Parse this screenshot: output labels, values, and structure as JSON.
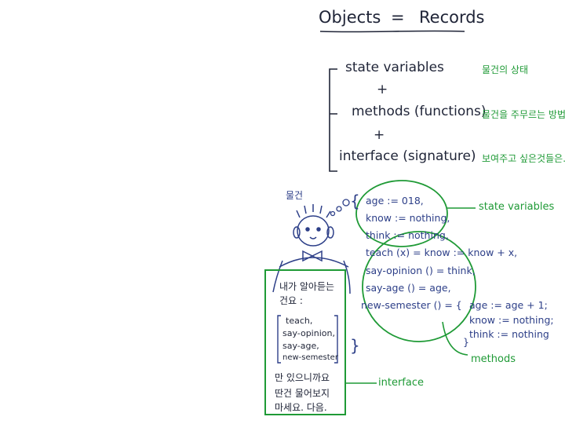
{
  "title": {
    "left": "Objects",
    "eq": "=",
    "right": "Records"
  },
  "components": {
    "state_variables": "state variables",
    "plus1": "+",
    "methods": "methods (functions)",
    "plus2": "+",
    "interface": "interface (signature)",
    "state_note": "물건의 상태",
    "methods_note": "물건을 주무르는 방법들",
    "interface_note": "보여주고 싶은것들은…"
  },
  "figure": {
    "label": "물건",
    "thought_open": "{",
    "thought_close": "}"
  },
  "code_lines": {
    "age": "age := 018,",
    "know": "know := nothing,",
    "think": "think := nothing,",
    "teach": "teach (x) = know := know + x,",
    "say_opinion": "say-opinion () = think,",
    "say_age": "say-age () = age,",
    "new_semester": "new-semester () = {",
    "ns_age": "age := age + 1;",
    "ns_know": "know := nothing;",
    "ns_think": "think := nothing",
    "ns_close": "}"
  },
  "sign": {
    "header1": "내가 알아듣는",
    "header2": "건요 :",
    "item1": "teach,",
    "item2": "say-opinion,",
    "item3": "say-age,",
    "item4": "new-semester",
    "footer1": "만 있으니까요",
    "footer2": "딴건 물어보지",
    "footer3": "마세요. 다음."
  },
  "annotations": {
    "state_variables": "state variables",
    "methods": "methods",
    "interface": "interface"
  },
  "colors": {
    "ink": "#1f2437",
    "blue": "#2d3f88",
    "green": "#1f9a36"
  }
}
